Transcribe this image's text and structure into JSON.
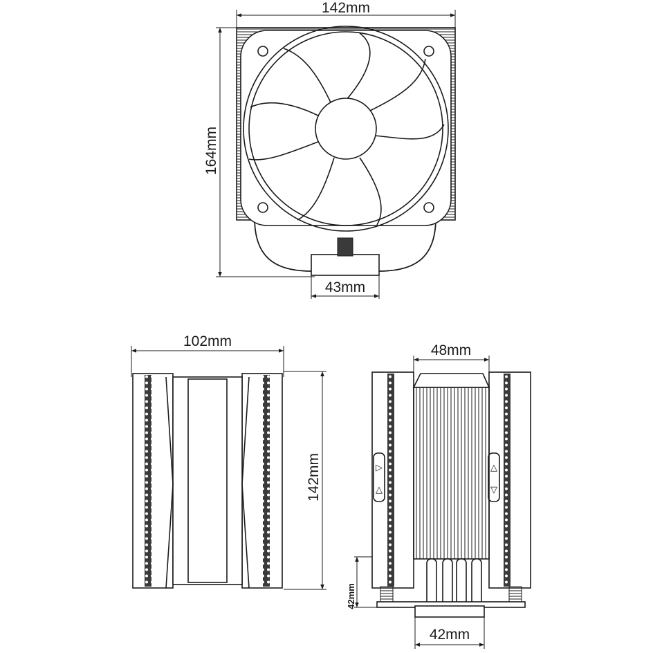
{
  "front_view": {
    "width_label": "142mm",
    "height_label": "164mm",
    "base_label": "43mm"
  },
  "side_view": {
    "width_label": "102mm",
    "height_label": "142mm"
  },
  "rear_view": {
    "width_label": "48mm",
    "clearance_label": "42mm",
    "base_label": "42mm"
  }
}
